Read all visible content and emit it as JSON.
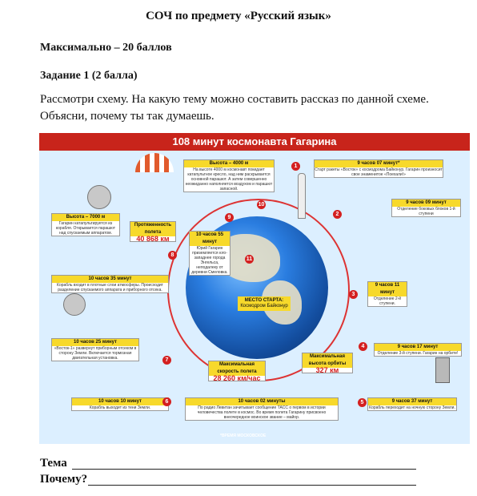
{
  "header": {
    "title": "СОЧ  по предмету «Русский язык»",
    "max": "Максимально – 20 баллов",
    "task": "Задание 1 (2 балла)",
    "question": "Рассмотри схему. На какую тему можно составить рассказ по данной схеме. Объясни, почему ты так думаешь."
  },
  "poster": {
    "title": "108 минут космонавта Гагарина",
    "footer": "*ВРЕМЯ МОСКОВСКОЕ",
    "start": {
      "label": "МЕСТО СТАРТА:",
      "place": "Космодром Байконур"
    },
    "events": {
      "e1": {
        "time": "9 часов 07 минут*",
        "text": "Старт ракеты «Восток» с космодрома Байконур. Гагарин произносит свое знаменитое «Поехали!»"
      },
      "e2": {
        "time": "9 часов 09 минут",
        "text": "Отделение боковых блоков 1-й ступени"
      },
      "e3": {
        "time": "9 часов 11 минут",
        "text": "Отделение 2-й ступени."
      },
      "e4": {
        "time": "9 часов 17 минут",
        "text": "Отделение 3-й ступени. Гагарин на орбите!"
      },
      "e5": {
        "time": "9 часов 37 минут",
        "text": "Корабль переходит на ночную сторону Земли."
      },
      "e6": {
        "time": "10 часов 02 минуты",
        "text": "По радио Левитан зачитывает сообщение ТАСС о первом в истории человечества полете в космос. Во время полета Гагарину присвоено внеочередное воинское звание – майор."
      },
      "e7": {
        "time": "10 часов 10 минут",
        "text": "Корабль выходит из тени Земли."
      },
      "e8": {
        "time": "10 часов 25 минут",
        "text": "«Восток-1» развернут приборным отсеком в сторону Земли. Включается тормозная двигательная установка."
      },
      "e9": {
        "time": "10 часов 35 минут",
        "text": "Корабль входит в плотные слои атмосферы. Происходит разделение спускаемого аппарата и приборного отсека."
      },
      "e10": {
        "time": "Высота – 4000 м",
        "text": "На высоте 4000 м космонавт покидает катапультное кресло, над ним раскрывается основной парашют. А затем совершенно неожиданно наполняется воздухом и парашют запасной."
      },
      "e11": {
        "time": "10 часов 55 минут",
        "text": "Юрий Гагарин приземляется юго-западнее города Энгельса, неподалеку от деревни Смеловка."
      },
      "e12": {
        "time": "Высота – 7000 м",
        "text": "Гагарин катапультируется из корабля. Открывается парашют над спускаемым аппаратом."
      }
    },
    "stats": {
      "duration_label": "Протяженность полета",
      "duration_value": "40 868 км",
      "speed_label": "Максимальная скорость полета",
      "speed_value": "28 260 км/час",
      "alt_label": "Максимальная высота орбиты",
      "alt_value": "327 км"
    },
    "numbers": [
      "1",
      "2",
      "3",
      "4",
      "5",
      "6",
      "7",
      "8",
      "9",
      "10",
      "11"
    ]
  },
  "answer": {
    "tema": "Тема",
    "why": "Почему?"
  },
  "colors": {
    "red": "#c8241b",
    "yellow": "#f7d92b",
    "sky": "#dcefff",
    "earth": "#2a7de0"
  }
}
